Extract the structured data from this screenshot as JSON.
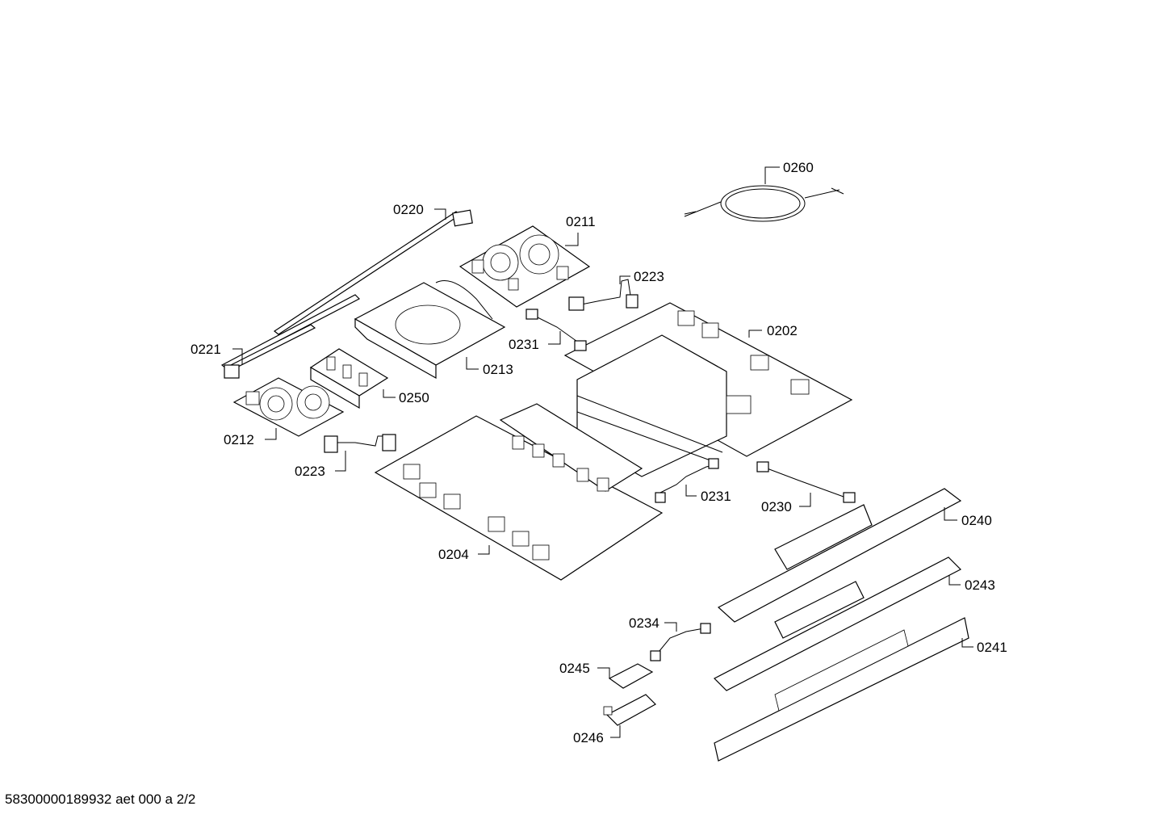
{
  "labels": {
    "p0260": "0260",
    "p0220": "0220",
    "p0211": "0211",
    "p0223a": "0223",
    "p0221": "0221",
    "p0231a": "0231",
    "p0202": "0202",
    "p0213": "0213",
    "p0250": "0250",
    "p0212": "0212",
    "p0223b": "0223",
    "p0231b": "0231",
    "p0230": "0230",
    "p0240": "0240",
    "p0204": "0204",
    "p0243": "0243",
    "p0234": "0234",
    "p0241": "0241",
    "p0245": "0245",
    "p0246": "0246"
  },
  "footer": "58300000189932 aet 000 a 2/2"
}
